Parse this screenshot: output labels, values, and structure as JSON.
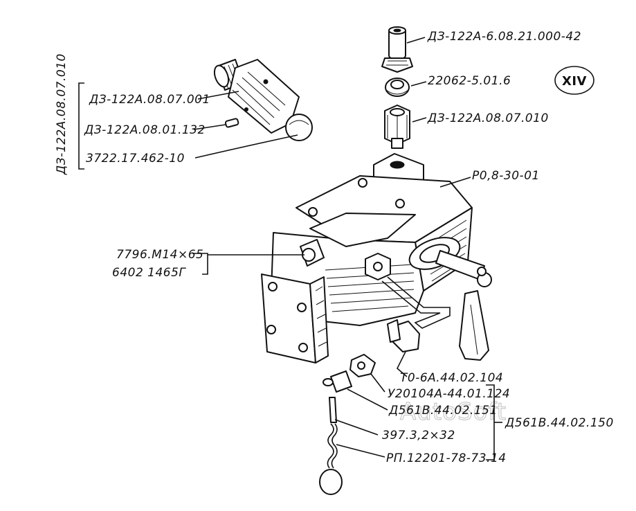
{
  "sheet_number": "XIV",
  "watermark": "AutoSoft",
  "labels": {
    "assembly_vertical": "ДЗ-122А.08.07.010",
    "body": "ДЗ-122А.08.07.001",
    "pin": "ДЗ-122А.08.01.132",
    "ball": "3722.17.462-10",
    "nipple_top": "ДЗ-122А-6.08.21.000-42",
    "washer_top": "22062-5.01.6",
    "union_nut": "ДЗ-122А.08.07.010",
    "plug": "Р0,8-30-01",
    "bolt": "7796.М14×65",
    "bolt2": "6402 1465Г",
    "elbow": "Т0-6А.44.02.104",
    "grease_fitting": "У20104А-44.01.124",
    "drain_plug": "Д561В.44.02.151",
    "cotter_pin": "397.3,2×32",
    "chain": "РП.12201-78-73.14",
    "drain_assembly": "Д561В.44.02.150"
  }
}
